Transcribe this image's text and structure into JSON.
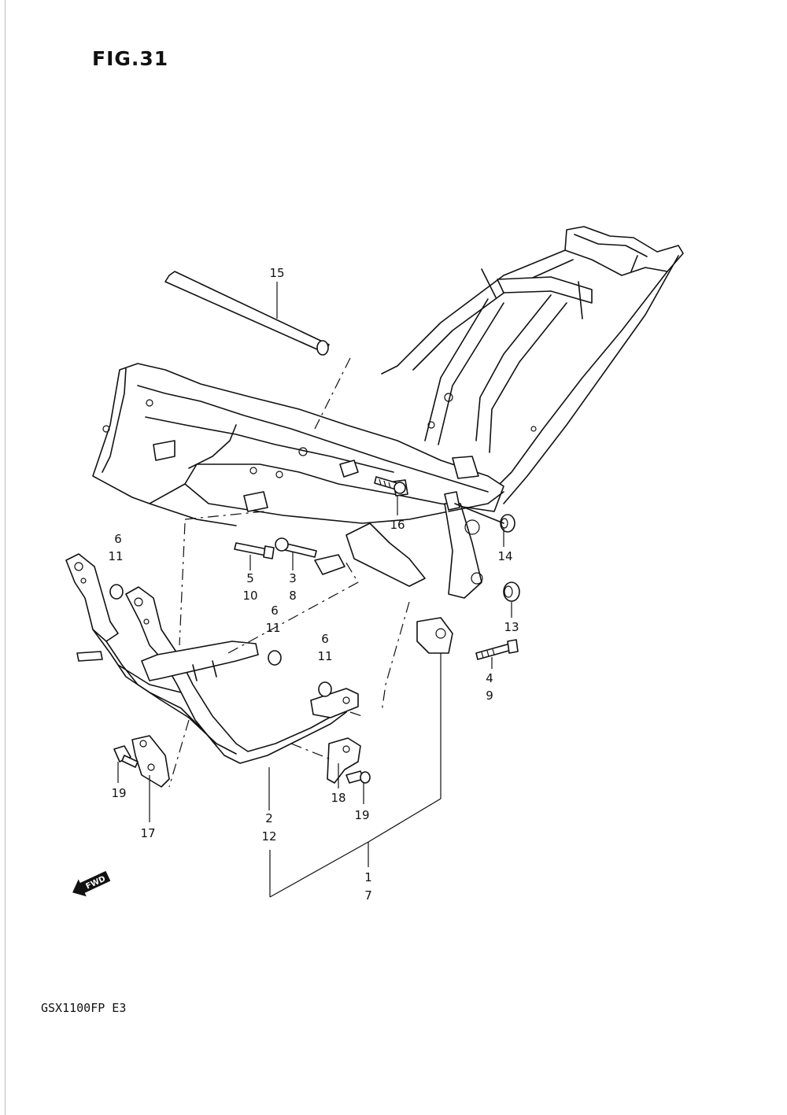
{
  "figure": {
    "title": "FIG.31"
  },
  "model_code": "GSX1100FP E3",
  "fwd_arrow": {
    "text": "FWD",
    "icon": "forward-arrow-icon"
  },
  "callouts": {
    "c15": "15",
    "c16": "16",
    "c14": "14",
    "c13": "13",
    "c6a": "6",
    "c11a": "11",
    "c5": "5",
    "c10": "10",
    "c3": "3",
    "c8": "8",
    "c6b": "6",
    "c11b": "11",
    "c6c": "6",
    "c11c": "11",
    "c4": "4",
    "c9": "9",
    "c19a": "19",
    "c17": "17",
    "c2": "2",
    "c12": "12",
    "c18": "18",
    "c19b": "19",
    "c1": "1",
    "c7": "7"
  }
}
